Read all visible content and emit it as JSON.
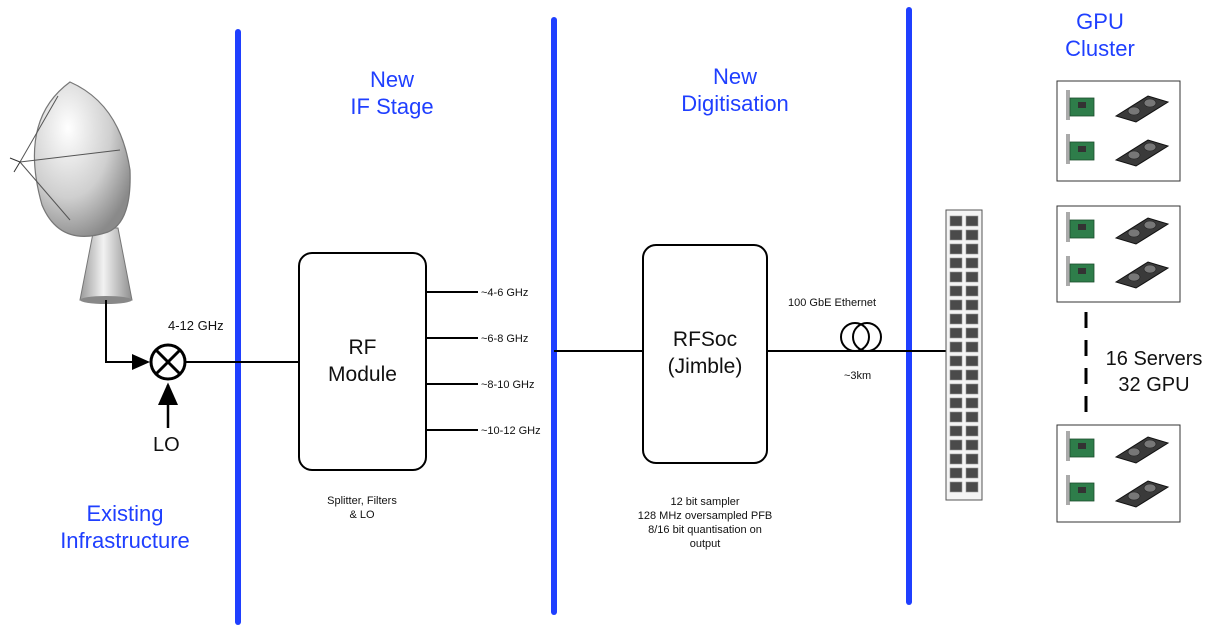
{
  "regions": {
    "existing": [
      "Existing",
      "Infrastructure"
    ],
    "if_stage": [
      "New",
      "IF Stage"
    ],
    "digitisation": [
      "New",
      "Digitisation"
    ],
    "gpu_cluster": [
      "GPU",
      "Cluster"
    ]
  },
  "signal": {
    "input_band": "4-12 GHz",
    "lo": "LO"
  },
  "rf_module": {
    "name": [
      "RF",
      "Module"
    ],
    "outputs": [
      "~4-6 GHz",
      "~6-8 GHz",
      "~8-10 GHz",
      "~10-12 GHz"
    ],
    "caption": [
      "Splitter, Filters",
      "& LO"
    ]
  },
  "rfsoc": {
    "name": [
      "RFSoc",
      "(Jimble)"
    ],
    "caption": [
      "12 bit sampler",
      "128 MHz oversampled PFB",
      "8/16 bit quantisation on",
      "output"
    ]
  },
  "link": {
    "type": "100 GbE Ethernet",
    "distance": "~3km"
  },
  "cluster": {
    "summary": [
      "16 Servers",
      "32 GPU"
    ]
  },
  "colors": {
    "divider": "#1f3fff",
    "label": "#1f3fff"
  }
}
